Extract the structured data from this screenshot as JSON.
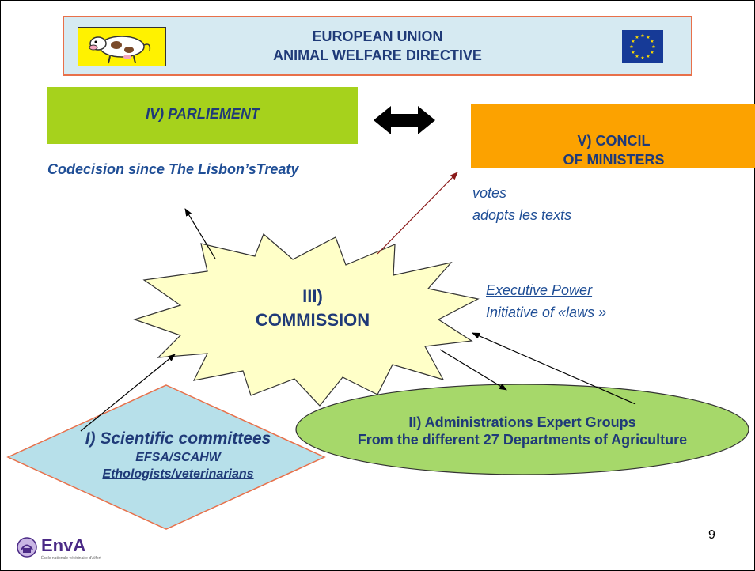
{
  "header": {
    "title_line1": "EUROPEAN UNION",
    "title_line2": "ANIMAL WELFARE DIRECTIVE",
    "cow_icon": "cow-icon",
    "flag_icon": "eu-flag-icon"
  },
  "parliament": {
    "label": "IV) PARLIEMENT",
    "note": "Codecision since The Lisbon’sTreaty"
  },
  "council": {
    "label": "V) CONCIL\nOF MINISTERS",
    "note_line1": "votes",
    "note_line2": "adopts les texts"
  },
  "commission": {
    "label": "III)\nCOMMISSION",
    "note_line1": "Executive Power",
    "note_line2": "Initiative of «laws »"
  },
  "experts": {
    "line1": "II) Administrations Expert Groups",
    "line2": "From the different 27 Departments of Agriculture"
  },
  "scientific": {
    "line1": "I) Scientific committees",
    "line2": "EFSA/SCAHW",
    "line3": "Ethologists/veterinarians"
  },
  "footer": {
    "page_number": "9",
    "logo_text": "EnvA",
    "logo_subtitle": "École nationale vétérinaire d'Alfort"
  },
  "colors": {
    "title_blue": "#1f3a78",
    "banner_bg": "#d6eaf2",
    "parliament_green": "#a6d21c",
    "council_orange": "#fca200",
    "commission_yellow": "#ffffc8",
    "ellipse_green": "#a6d86a",
    "diamond_blue": "#b7e0ea"
  }
}
